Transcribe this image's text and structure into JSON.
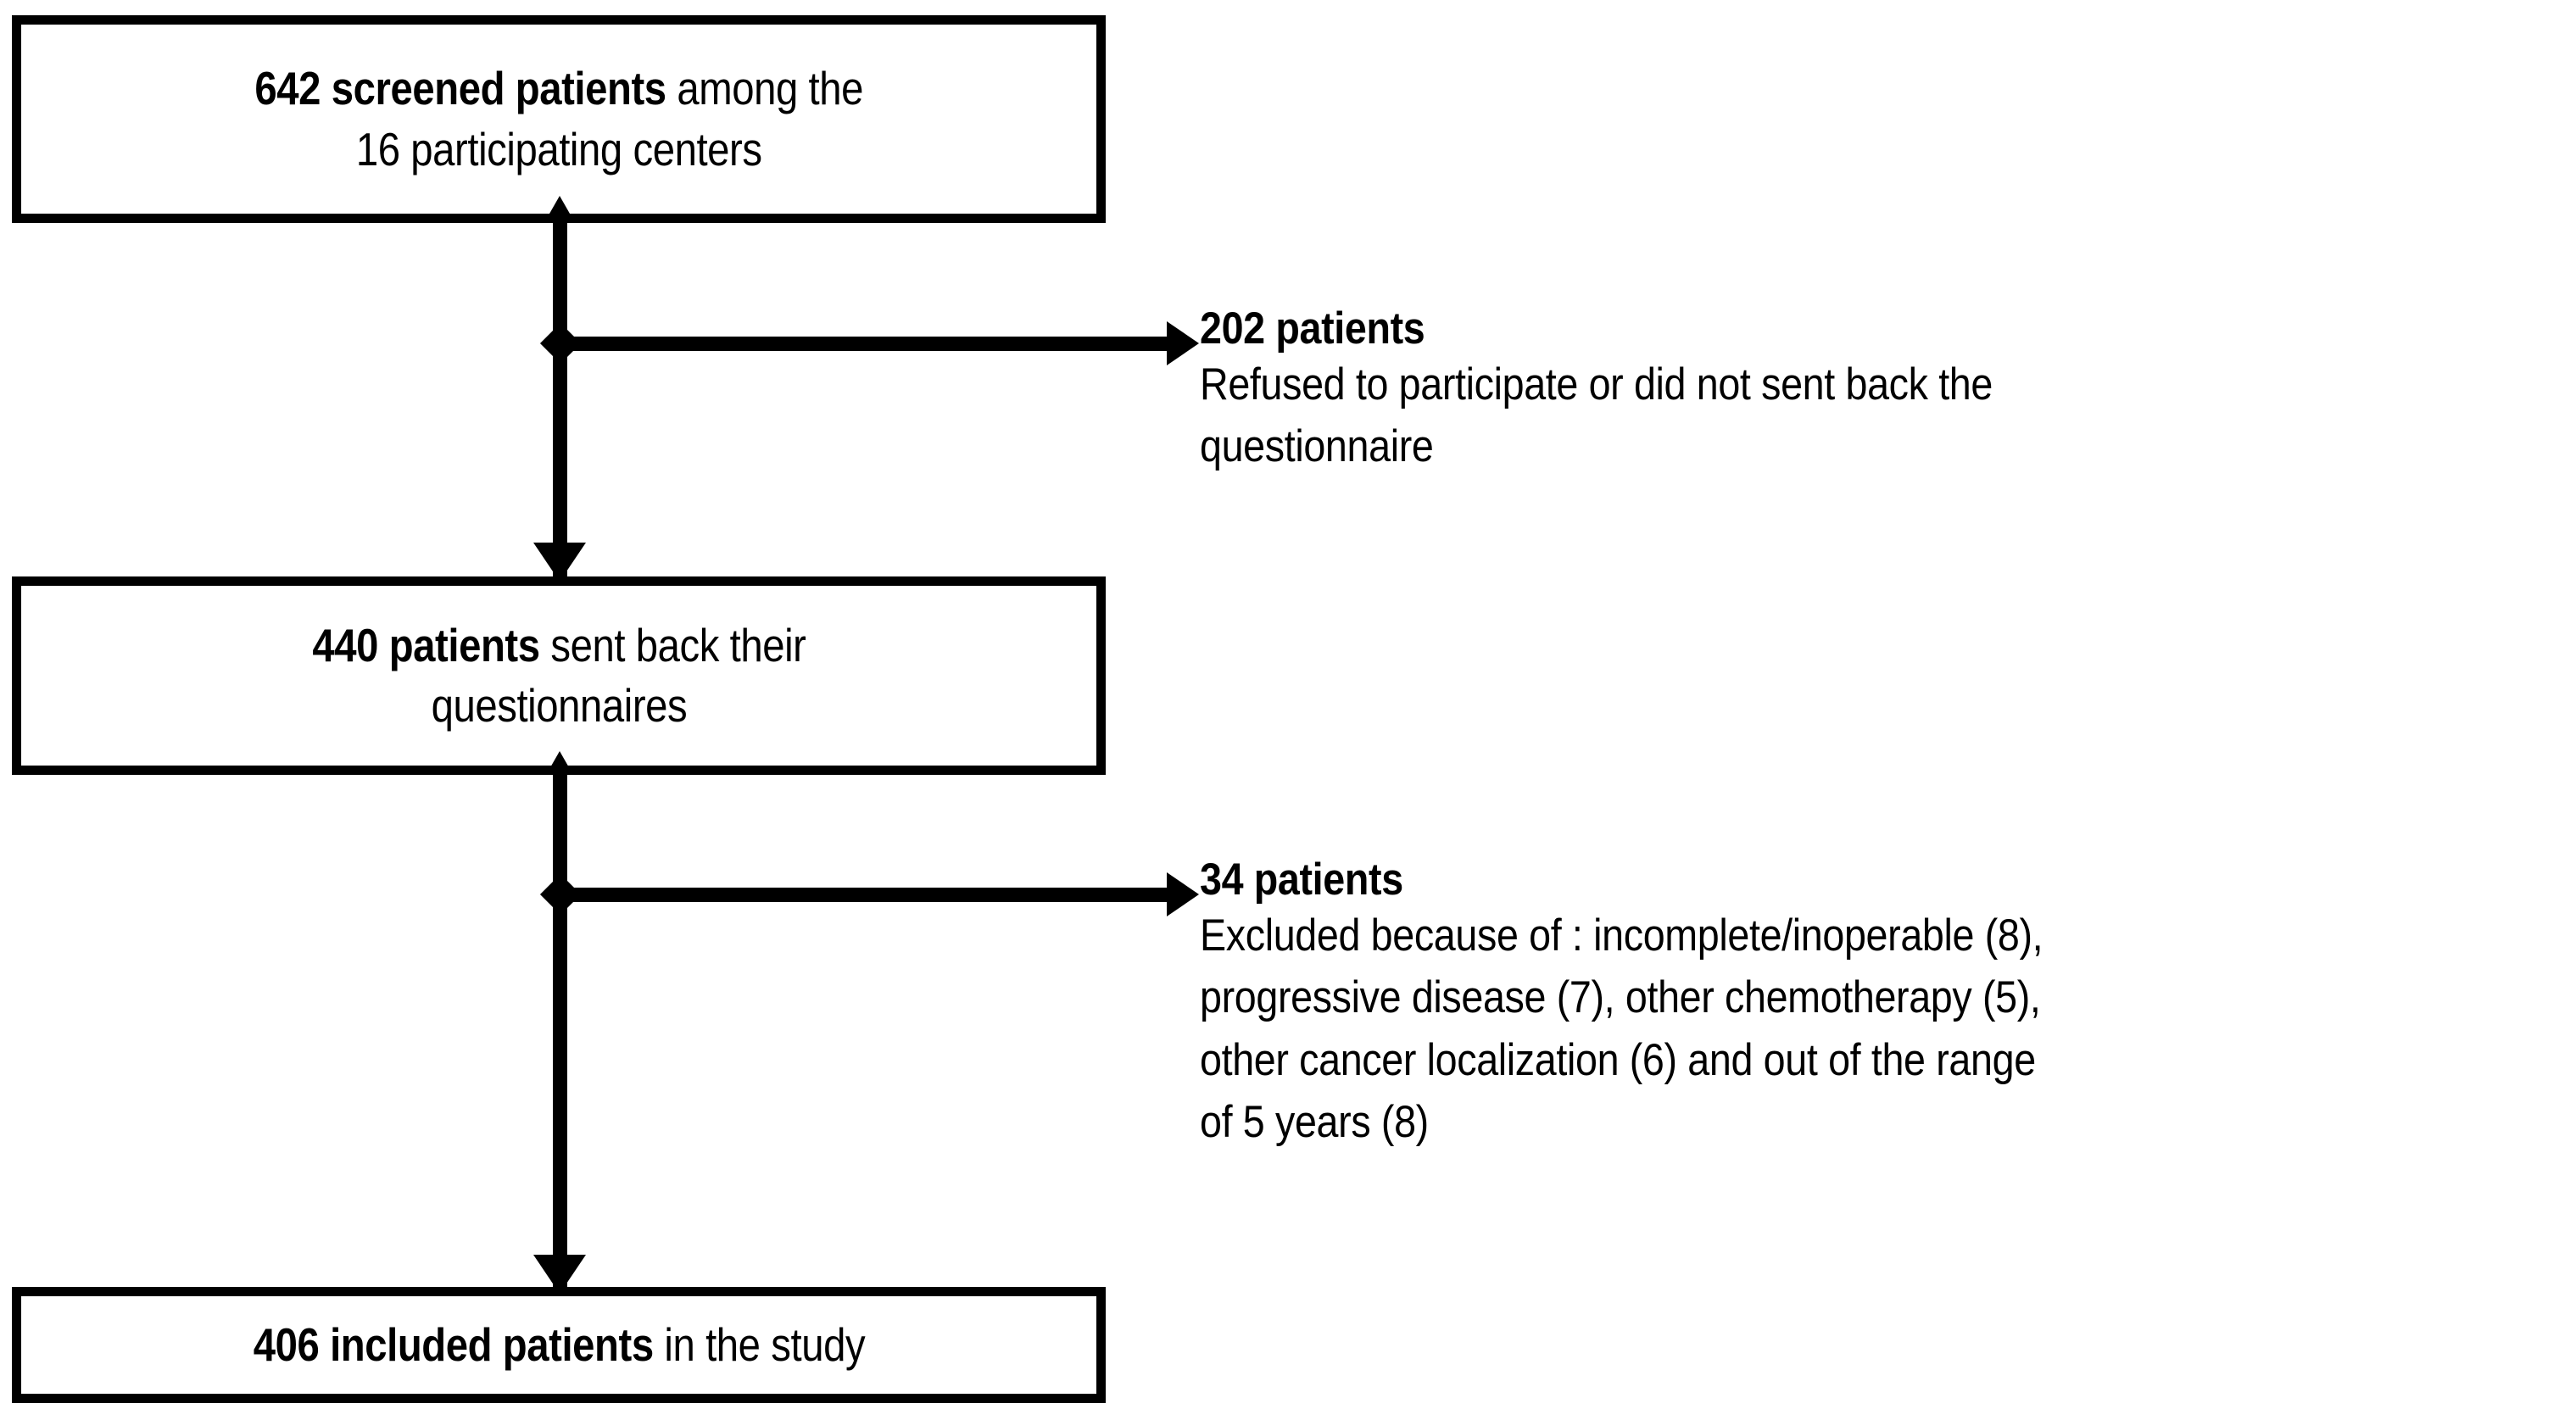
{
  "diagram": {
    "title": "Patient flow diagram",
    "type": "flowchart",
    "stroke_color": "#000000",
    "background_color": "#ffffff"
  },
  "boxes": [
    {
      "id": "screened",
      "name": "screened-patients-box",
      "bold_text": "642 screened patients",
      "regular_text": " among the",
      "line2": "16 participating centers",
      "count": 642
    },
    {
      "id": "returned",
      "name": "returned-questionnaires-box",
      "bold_text": "440 patients",
      "regular_text": " sent back their",
      "line2": "questionnaires",
      "count": 440
    },
    {
      "id": "included",
      "name": "included-patients-box",
      "bold_text": "406 included patients",
      "regular_text": " in the study",
      "line2": "",
      "count": 406
    }
  ],
  "annotations": [
    {
      "id": "refused",
      "name": "refused-annotation",
      "heading": "202 patients",
      "count": 202,
      "body_lines": [
        "Refused to participate or did not sent back the",
        "questionnaire"
      ]
    },
    {
      "id": "excluded",
      "name": "excluded-annotation",
      "heading": "34 patients",
      "count": 34,
      "body_lines": [
        "Excluded because of : incomplete/inoperable (8),",
        "progressive disease (7), other chemotherapy (5),",
        "other cancer localization (6) and out of the range",
        "of 5 years (8)"
      ]
    }
  ],
  "chart_data": {
    "type": "flowchart",
    "title": "Study patient flow (CONSORT-style diagram)",
    "nodes": [
      {
        "label": "642 screened patients among the 16 participating centers",
        "value": 642,
        "stage": "screened"
      },
      {
        "label": "440 patients sent back their questionnaires",
        "value": 440,
        "stage": "returned"
      },
      {
        "label": "406 included patients in the study",
        "value": 406,
        "stage": "included"
      }
    ],
    "exclusions": [
      {
        "label": "202 patients",
        "value": 202,
        "reason": "Refused to participate or did not sent back the questionnaire",
        "after_stage": "screened"
      },
      {
        "label": "34 patients",
        "value": 34,
        "reason": "Excluded because of : incomplete/inoperable (8), progressive disease (7), other chemotherapy (5), other cancer localization (6) and out of the range of 5 years (8)",
        "after_stage": "returned",
        "breakdown": [
          {
            "reason": "incomplete/inoperable",
            "value": 8
          },
          {
            "reason": "progressive disease",
            "value": 7
          },
          {
            "reason": "other chemotherapy",
            "value": 5
          },
          {
            "reason": "other cancer localization",
            "value": 6
          },
          {
            "reason": "out of the range of 5 years",
            "value": 8
          }
        ]
      }
    ]
  }
}
